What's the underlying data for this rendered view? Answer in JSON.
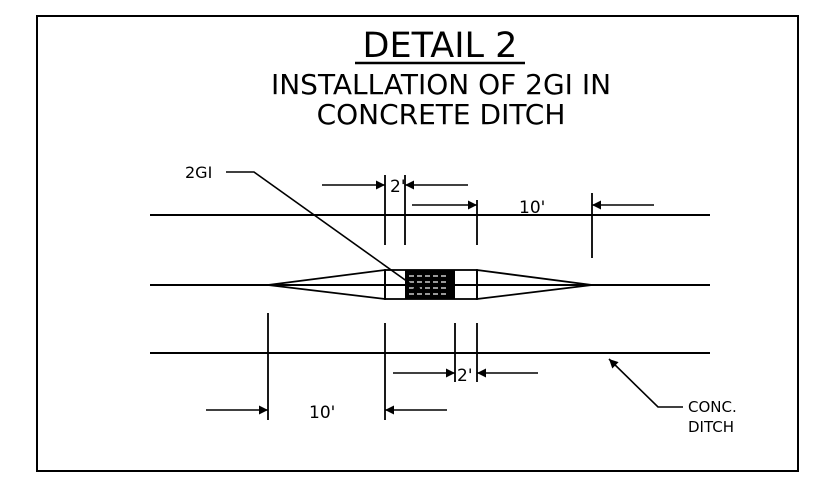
{
  "title": {
    "line1": "DETAIL 2",
    "line2": "INSTALLATION  OF 2GI IN",
    "line3": "CONCRETE  DITCH"
  },
  "labels": {
    "inlet": "2GI",
    "dim_top_inlet": "2'",
    "dim_top_transition": "10'",
    "dim_bottom_inlet": "2'",
    "dim_bottom_transition": "10'",
    "ditch_line1": "CONC.",
    "ditch_line2": "DITCH"
  },
  "colors": {
    "ink": "#000000",
    "paper": "#ffffff"
  }
}
